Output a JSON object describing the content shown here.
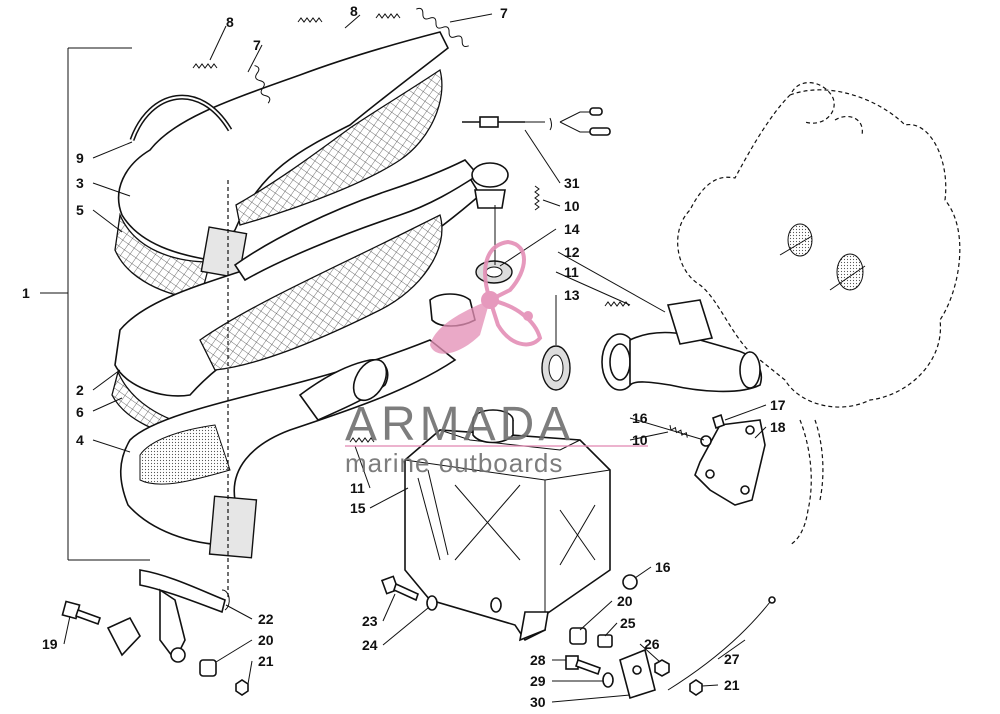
{
  "watermark": {
    "brand": "ARMADA",
    "tagline": "marine outboards",
    "accent_color": "#e48fb6"
  },
  "callouts": [
    {
      "id": "c1",
      "text": "1"
    },
    {
      "id": "c2",
      "text": "2"
    },
    {
      "id": "c3",
      "text": "3"
    },
    {
      "id": "c4",
      "text": "4"
    },
    {
      "id": "c5",
      "text": "5"
    },
    {
      "id": "c6",
      "text": "6"
    },
    {
      "id": "c7a",
      "text": "7"
    },
    {
      "id": "c7b",
      "text": "7"
    },
    {
      "id": "c8a",
      "text": "8"
    },
    {
      "id": "c8b",
      "text": "8"
    },
    {
      "id": "c9",
      "text": "9"
    },
    {
      "id": "c10a",
      "text": "10"
    },
    {
      "id": "c10b",
      "text": "10"
    },
    {
      "id": "c11a",
      "text": "11"
    },
    {
      "id": "c11b",
      "text": "11"
    },
    {
      "id": "c12",
      "text": "12"
    },
    {
      "id": "c13",
      "text": "13"
    },
    {
      "id": "c14",
      "text": "14"
    },
    {
      "id": "c15",
      "text": "15"
    },
    {
      "id": "c16a",
      "text": "16"
    },
    {
      "id": "c16b",
      "text": "16"
    },
    {
      "id": "c17",
      "text": "17"
    },
    {
      "id": "c18",
      "text": "18"
    },
    {
      "id": "c19",
      "text": "19"
    },
    {
      "id": "c20a",
      "text": "20"
    },
    {
      "id": "c20b",
      "text": "20"
    },
    {
      "id": "c21a",
      "text": "21"
    },
    {
      "id": "c21b",
      "text": "21"
    },
    {
      "id": "c22",
      "text": "22"
    },
    {
      "id": "c23",
      "text": "23"
    },
    {
      "id": "c24",
      "text": "24"
    },
    {
      "id": "c25",
      "text": "25"
    },
    {
      "id": "c26",
      "text": "26"
    },
    {
      "id": "c27",
      "text": "27"
    },
    {
      "id": "c28",
      "text": "28"
    },
    {
      "id": "c29",
      "text": "29"
    },
    {
      "id": "c30",
      "text": "30"
    },
    {
      "id": "c31",
      "text": "31"
    }
  ]
}
